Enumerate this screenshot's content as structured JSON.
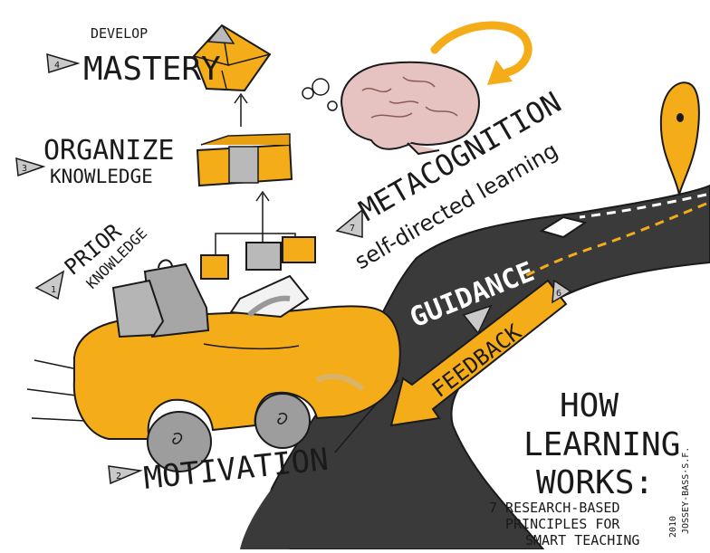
{
  "colors": {
    "accent": "#f5ac19",
    "road": "#3a3a3a",
    "ink": "#1a1a1a",
    "gray": "#b9b9b9",
    "brain": "#e6c3c0"
  },
  "icons": [
    "triangle-marker-icon",
    "pyramid-icon",
    "block-stack-icon",
    "brain-icon",
    "curved-arrow-icon",
    "thought-bubble-icon",
    "map-pin-icon",
    "car-icon",
    "suitcase-icon",
    "road-icon",
    "diamond-icon"
  ],
  "mastery": {
    "step": "4",
    "label_small": "DEVELOP",
    "label_big": "MASTERY"
  },
  "organize": {
    "step": "3",
    "line1": "ORGANIZE",
    "line2": "KNOWLEDGE"
  },
  "prior": {
    "step": "1",
    "line1": "PRIOR",
    "line2": "KNOWLEDGE"
  },
  "metacognition": {
    "step": "7",
    "line1": "METACOGNITION",
    "line2": "self-directed learning"
  },
  "guidance": {
    "label": "GUIDANCE"
  },
  "feedback": {
    "step": "6",
    "label": "FEEDBACK"
  },
  "motivation": {
    "step": "2",
    "label": "MOTIVATION"
  },
  "title": {
    "line1": "HOW",
    "line2": "LEARNING",
    "line3": "WORKS:",
    "sub1": "7 RESEARCH-BASED",
    "sub2": "PRINCIPLES FOR",
    "sub3": "SMART TEACHING"
  },
  "credit": {
    "line1": "JOSSEY-BASS·S.F.",
    "line2": "2010"
  }
}
